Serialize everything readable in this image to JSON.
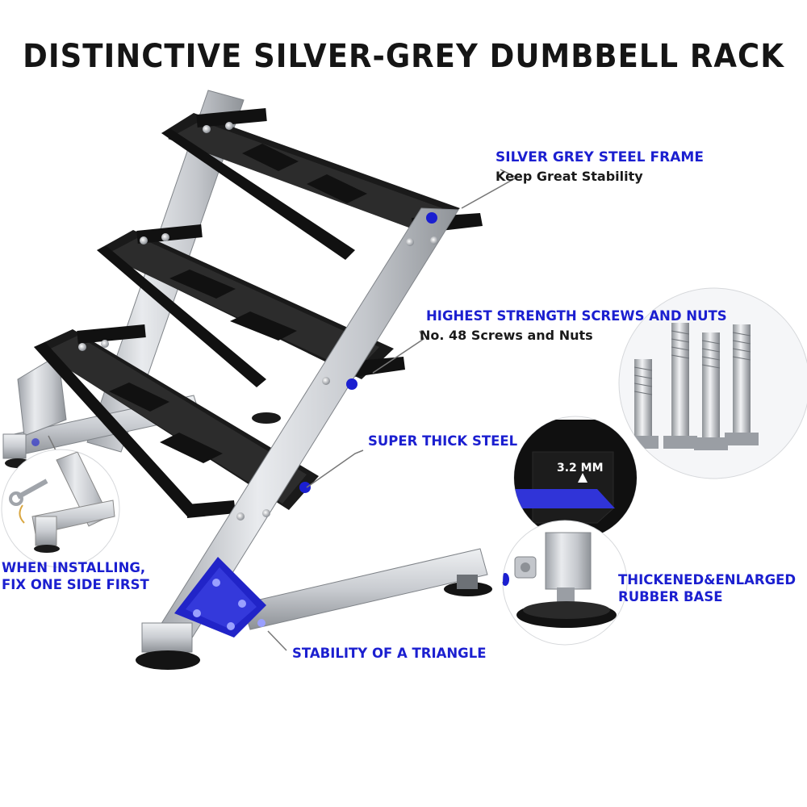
{
  "title": "DISTINCTIVE SILVER-GREY DUMBBELL RACK",
  "callouts": {
    "frame": {
      "heading": "SILVER GREY STEEL FRAME",
      "detail": "Keep Great Stability"
    },
    "screws": {
      "heading": "HIGHEST STRENGTH SCREWS AND NUTS",
      "detail": "No. 48  Screws and Nuts"
    },
    "steel": {
      "heading": "SUPER THICK STEEL",
      "thickness": "3.2 MM"
    },
    "base": {
      "heading_line1": "THICKENED&ENLARGED",
      "heading_line2": "RUBBER BASE"
    },
    "install": {
      "line1": "WHEN INSTALLING,",
      "line2": "FIX ONE SIDE FIRST"
    },
    "triangle": {
      "heading": "STABILITY OF A TRIANGLE"
    }
  },
  "colors": {
    "accent_blue": "#1b1fd0",
    "frame_silver": "#c9ccd1",
    "shelf_black": "#151515",
    "title_black": "#151515"
  },
  "icons": {
    "screws_inset": "bolt-icon",
    "install_inset": "wrench-icon",
    "base_inset": "rubber-foot-icon",
    "steel_inset": "steel-cross-section-icon"
  }
}
